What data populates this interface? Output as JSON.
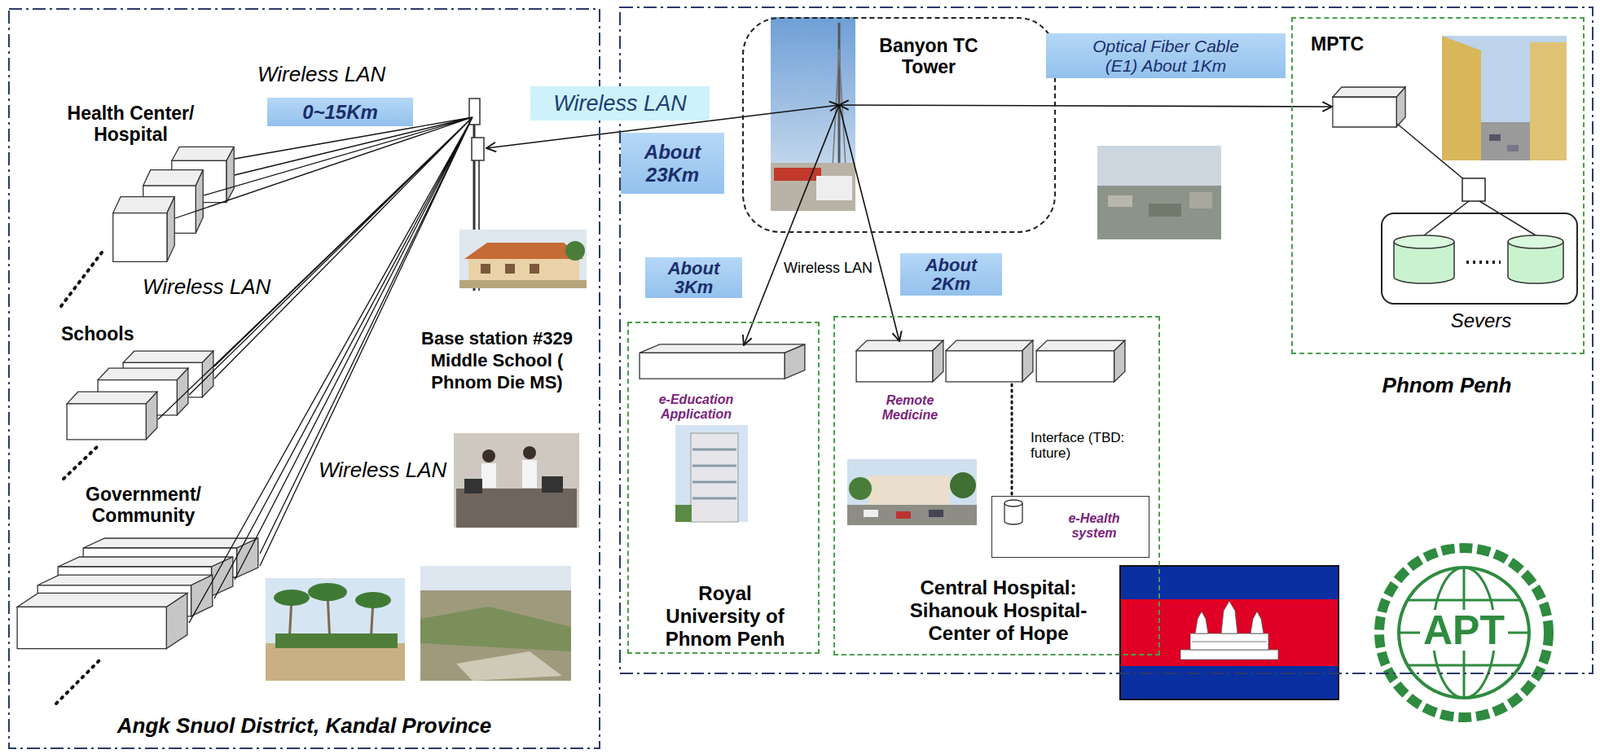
{
  "diagram": {
    "nodes": [
      {
        "text": [
          "Angk Snuol District, Kandal Province"
        ]
      },
      {
        "text": [
          "Health Center/ Hospital"
        ],
        "in": 0
      },
      {
        "text": [
          "Schools"
        ],
        "in": 0
      },
      {
        "text": [
          "Government/ Community"
        ],
        "in": 0
      },
      {
        "text": [
          "Base station #329 Middle School ( Phnom Die MS)"
        ],
        "in": 0
      },
      {
        "text": [
          "Phnom Penh"
        ]
      },
      {
        "text": [
          "Banyon TC Tower"
        ],
        "in": 5
      },
      {
        "text": [
          "MPTC"
        ],
        "in": 5
      },
      {
        "text": [
          "Severs"
        ],
        "in": 7
      },
      {
        "text": [
          "Royal University of Phnom Penh"
        ],
        "in": 5
      },
      {
        "text": [
          "e-Education Application"
        ],
        "in": 9
      },
      {
        "text": [
          "Central Hospital: Sihanouk Hospital-Center of Hope"
        ],
        "in": 5
      },
      {
        "text": [
          "Remote Medicine"
        ],
        "in": 11
      },
      {
        "text": [
          "e-Health system"
        ],
        "in": 11
      }
    ],
    "edges": [
      {
        "from": 4,
        "to": 1,
        "arrow": "none"
      },
      {
        "from": 4,
        "to": 2,
        "arrow": "none"
      },
      {
        "from": 4,
        "to": 3,
        "arrow": "none"
      },
      {
        "from": 6,
        "to": 4,
        "arrow": "both"
      },
      {
        "from": 6,
        "to": 7,
        "arrow": "both"
      },
      {
        "from": 6,
        "to": 10,
        "arrow": "to"
      },
      {
        "from": 6,
        "to": 12,
        "arrow": "to"
      },
      {
        "from": 12,
        "to": 13,
        "arrow": "none"
      }
    ],
    "labels": [
      "Wireless LAN",
      "0~15Km",
      "Wireless LAN",
      "Wireless LAN",
      "Wireless LAN",
      "About 23Km",
      "Optical Fiber Cable (E1) About 1Km",
      "About 3Km",
      "Wireless LAN",
      "About 2Km",
      "Interface (TBD: future)",
      "APT"
    ]
  }
}
